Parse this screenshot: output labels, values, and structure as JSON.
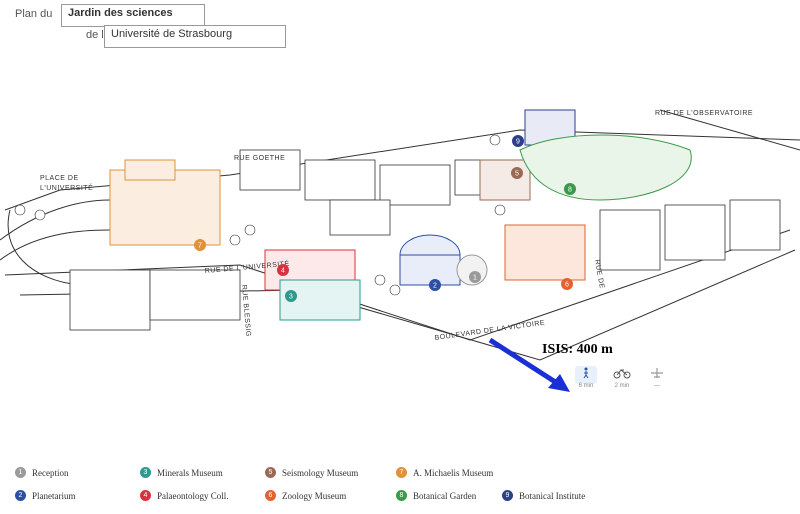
{
  "title": {
    "plan_du": "Plan du",
    "jardin": "Jardin des sciences",
    "de_l": "de l'",
    "universite": "Université de Strasbourg"
  },
  "streets": {
    "goethe": "RUE GOETHE",
    "observatoire": "RUE DE L'OBSERVATOIRE",
    "victoire": "BOULEVARD DE LA VICTOIRE",
    "place_univ_1": "PLACE DE",
    "place_univ_2": "L'UNIVERSITÉ",
    "blessig": "RUE BLESSIG",
    "universite": "RUE DE L'UNIVERSITÉ",
    "rue_right": "RUE DE"
  },
  "isis_label": "ISIS: 400 m",
  "transport": [
    {
      "icon": "walk-icon",
      "label": "6 min"
    },
    {
      "icon": "bike-icon",
      "label": "2 min"
    },
    {
      "icon": "plane-icon",
      "label": "—"
    }
  ],
  "legend": [
    {
      "num": "1",
      "label": "Reception",
      "color": "#9a9a9a"
    },
    {
      "num": "2",
      "label": "Planetarium",
      "color": "#2b4fa3"
    },
    {
      "num": "3",
      "label": "Minerals Museum",
      "color": "#2e9a8f"
    },
    {
      "num": "4",
      "label": "Palaeontology Coll.",
      "color": "#d9323f"
    },
    {
      "num": "5",
      "label": "Seismology Museum",
      "color": "#9b6a55"
    },
    {
      "num": "6",
      "label": "Zoology Museum",
      "color": "#e5622e"
    },
    {
      "num": "7",
      "label": "A. Michaelis Museum",
      "color": "#e0913a"
    },
    {
      "num": "8",
      "label": "Botanical Garden",
      "color": "#3a9a4a"
    },
    {
      "num": "9",
      "label": "Botanical Institute",
      "color": "#2e3f8c"
    }
  ]
}
